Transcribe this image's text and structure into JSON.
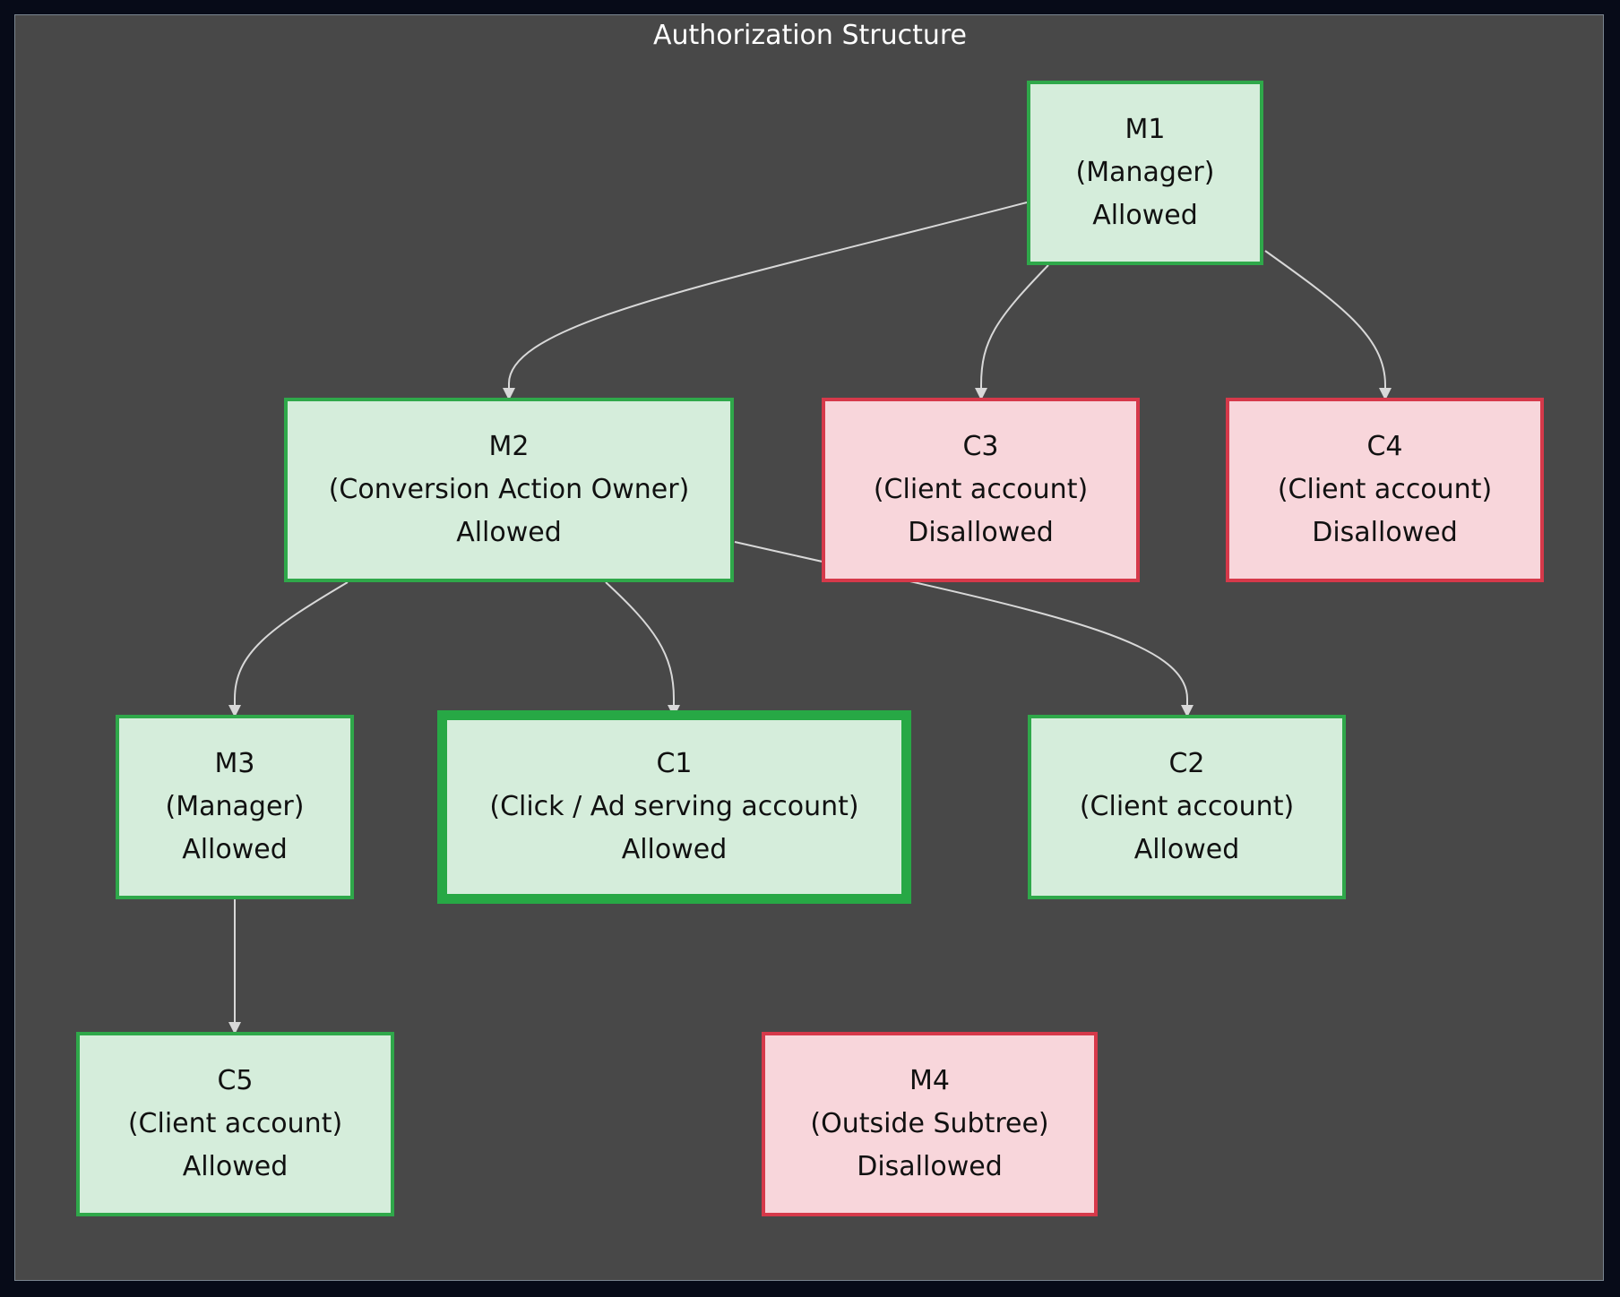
{
  "title": "Authorization Structure",
  "colors": {
    "background": "#484848",
    "edge": "#d8d8d8",
    "allowed_fill": "#d5eddb",
    "allowed_border": "#2fa84a",
    "disallowed_fill": "#f8d6db",
    "disallowed_border": "#d6394a"
  },
  "nodes": {
    "m1": {
      "id": "M1",
      "role": "(Manager)",
      "status": "Allowed"
    },
    "m2": {
      "id": "M2",
      "role": "(Conversion Action Owner)",
      "status": "Allowed"
    },
    "c3": {
      "id": "C3",
      "role": "(Client account)",
      "status": "Disallowed"
    },
    "c4": {
      "id": "C4",
      "role": "(Client account)",
      "status": "Disallowed"
    },
    "m3": {
      "id": "M3",
      "role": "(Manager)",
      "status": "Allowed"
    },
    "c1": {
      "id": "C1",
      "role": "(Click / Ad serving account)",
      "status": "Allowed"
    },
    "c2": {
      "id": "C2",
      "role": "(Client account)",
      "status": "Allowed"
    },
    "c5": {
      "id": "C5",
      "role": "(Client account)",
      "status": "Allowed"
    },
    "m4": {
      "id": "M4",
      "role": "(Outside Subtree)",
      "status": "Disallowed"
    }
  },
  "edges": [
    {
      "from": "M1",
      "to": "M2"
    },
    {
      "from": "M1",
      "to": "C3"
    },
    {
      "from": "M1",
      "to": "C4"
    },
    {
      "from": "M2",
      "to": "M3"
    },
    {
      "from": "M2",
      "to": "C1"
    },
    {
      "from": "M2",
      "to": "C2"
    },
    {
      "from": "M3",
      "to": "C5"
    }
  ]
}
